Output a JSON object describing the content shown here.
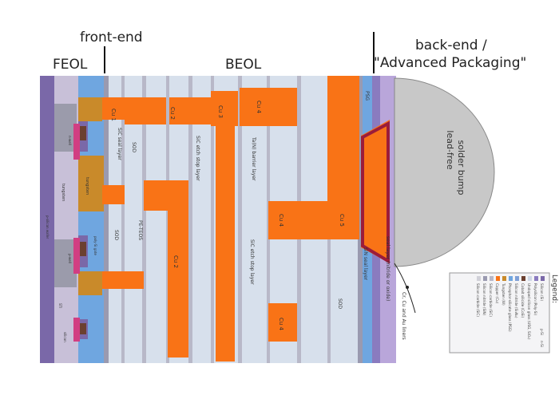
{
  "headings": {
    "front_end": "front-end",
    "feol": "FEOL",
    "beol": "BEOL",
    "back_end_line1": "back-end /",
    "back_end_line2": "\"Advanced Packaging\""
  },
  "labels": {
    "cu1": "Cu 1",
    "cu2a": "Cu 2",
    "cu2b": "Cu 2",
    "cu3": "Cu 3",
    "cu4a": "Cu 4",
    "cu4b": "Cu 4",
    "cu4c": "Cu 4",
    "cu5": "Cu 5",
    "sod1": "SOD",
    "sod2": "SOD",
    "sod3": "SOD",
    "pe_teos": "PE-TEOS",
    "psg": "PSG",
    "tungsten1": "tungsten",
    "tungsten2": "tungsten",
    "sic_seal": "SiC seal layer",
    "sic_etch1": "SiC etch stop layer",
    "sic_etch2": "SiC etch stop layer",
    "ta_barrier": "Ta(N) barrier layer",
    "sin_seal": "SiN seal layer",
    "seal_layer": "seal layer (nitride or oxide)",
    "liners": "Cr, Cu and Au liners",
    "solder1": "lead-free",
    "solder2": "solder bump",
    "p_substrate": "p-silicon wafer",
    "n_well": "n-well",
    "p_well": "p-well",
    "sti": "STI",
    "poly_gate": "poly-Si gate",
    "silicon": "silicon"
  },
  "legend": {
    "title": "Legend:",
    "items": [
      {
        "label": "Silicon (Si)",
        "color": "#7a68a8"
      },
      {
        "label": "Polysilicon (Poly-Si)",
        "color": "#8a7bbf"
      },
      {
        "label": "Undoped silicon glass (USG, SiO₂)",
        "color": "#cfd8e6"
      },
      {
        "label": "Cobalt silicide (CoSi)",
        "color": "#6b4030"
      },
      {
        "label": "Silicon nitride (Si₃N₄)",
        "color": "#7f9fd6"
      },
      {
        "label": "Phosphor-silicate glass (PSG)",
        "color": "#6fa6e0"
      },
      {
        "label": "Tungsten (W)",
        "color": "#c98a2a"
      },
      {
        "label": "Copper (Cu)",
        "color": "#f97316"
      },
      {
        "label": "Silicon carbide (SiC)",
        "color": "#b8b8c8"
      },
      {
        "label": "Silicon nitride (SiN)",
        "color": "#9a9ab0"
      },
      {
        "label": "Silicon carbide (SiC)",
        "color": "#d0d0d8"
      }
    ],
    "extra": [
      "p-Si",
      "n-Si"
    ]
  }
}
